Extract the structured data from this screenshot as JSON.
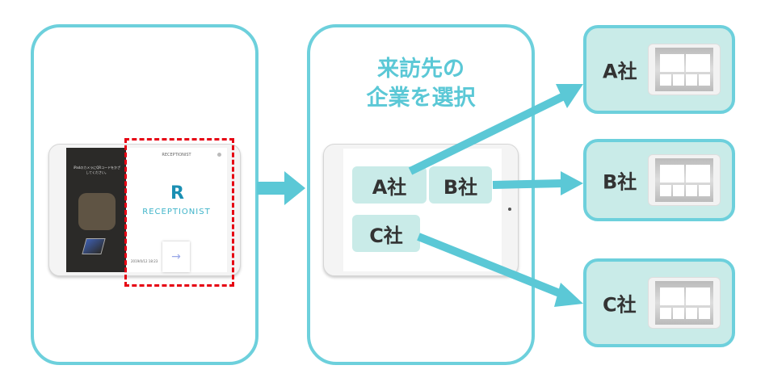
{
  "left_panel": {
    "tablet": {
      "camera_prompt": "iPadのカメラにQRコードをかざしてください。",
      "app_header": "RECEPTIONIST",
      "logo_text": "RECEPTIONIST",
      "timestamp": "2019/0/12 18:23"
    }
  },
  "middle_panel": {
    "title_line1": "来訪先の",
    "title_line2": "企業を選択",
    "buttons": [
      "A社",
      "B社",
      "C社"
    ]
  },
  "destinations": [
    "A社",
    "B社",
    "C社"
  ],
  "colors": {
    "accent": "#6dd0dc",
    "button_bg": "#c9ebe8",
    "highlight": "#e60012"
  }
}
